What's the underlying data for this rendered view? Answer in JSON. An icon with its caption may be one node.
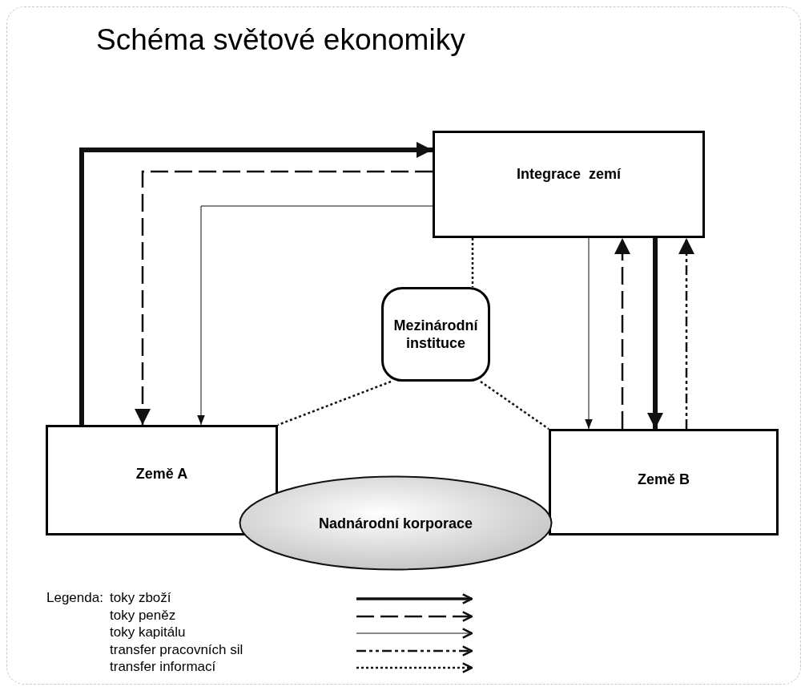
{
  "diagram": {
    "title": "Schéma světové ekonomiky",
    "nodes": [
      {
        "text": [
          "Integrace  zemí"
        ]
      },
      {
        "text": [
          "Mezinárodní instituce"
        ]
      },
      {
        "text": [
          "Země A"
        ]
      },
      {
        "text": [
          "Země B"
        ]
      },
      {
        "text": [
          "Nadnárodní korporace"
        ]
      }
    ],
    "edges": [
      {
        "from": 2,
        "to": 0,
        "arrow": "to",
        "style": "thick"
      },
      {
        "from": 0,
        "to": 2,
        "arrow": "to",
        "style": "dashed"
      },
      {
        "from": 0,
        "to": 2,
        "arrow": "to"
      },
      {
        "from": 0,
        "to": 3,
        "arrow": "to"
      },
      {
        "from": 3,
        "to": 0,
        "arrow": "to",
        "style": "dashed"
      },
      {
        "from": 0,
        "to": 3,
        "arrow": "to",
        "style": "thick"
      },
      {
        "from": 3,
        "to": 0,
        "arrow": "to",
        "style": "dashed"
      },
      {
        "from": 0,
        "to": 1,
        "arrow": "none",
        "style": "dashed"
      },
      {
        "from": 1,
        "to": 2,
        "arrow": "none",
        "style": "dashed"
      },
      {
        "from": 1,
        "to": 3,
        "arrow": "none",
        "style": "dashed"
      }
    ],
    "labels": [
      "Legenda:"
    ],
    "legend": [
      {
        "text": "toky zboží"
      },
      {
        "text": "toky peněz"
      },
      {
        "text": "toky kapitálu"
      },
      {
        "text": "transfer pracovních sil"
      },
      {
        "text": "transfer informací"
      }
    ]
  }
}
